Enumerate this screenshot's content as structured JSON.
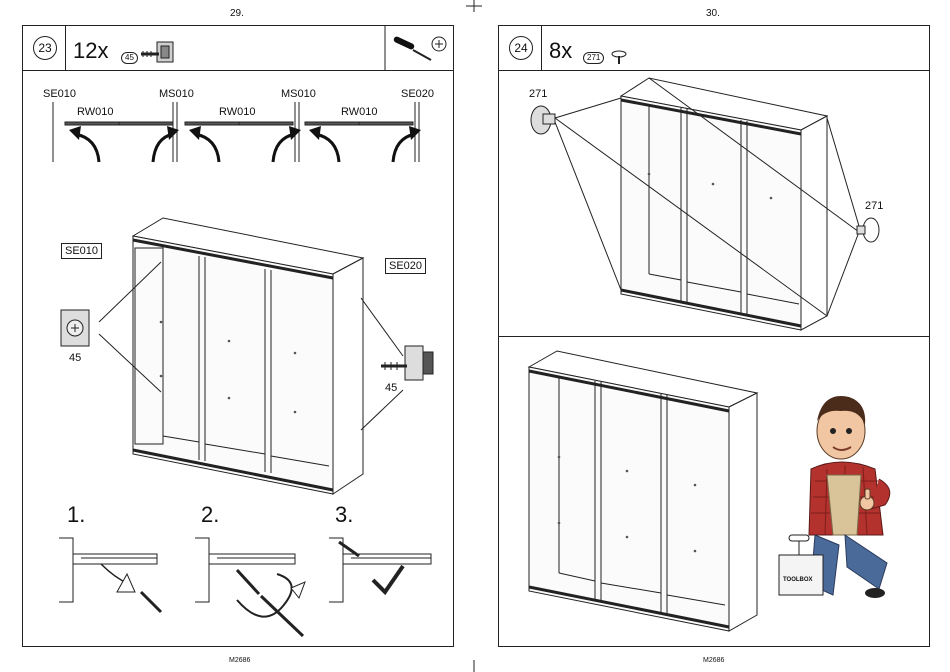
{
  "pages": {
    "left_number": "29.",
    "right_number": "30.",
    "left_footer": "M2686",
    "right_footer": "M2686"
  },
  "step23": {
    "step_number": "23",
    "quantity": "12x",
    "part": "45",
    "panel_labels": [
      "SE010",
      "MS010",
      "MS010",
      "SE020"
    ],
    "rail_labels": [
      "RW010",
      "RW010",
      "RW010"
    ],
    "callout_left": "SE010",
    "callout_right": "SE020",
    "screw_left": "45",
    "screw_right": "45",
    "sub_steps": [
      "1.",
      "2.",
      "3."
    ]
  },
  "step24": {
    "step_number": "24",
    "quantity": "8x",
    "part": "271",
    "label_left": "271",
    "label_right": "271"
  },
  "mascot": {
    "toolbox_text": "TOOLBOX"
  },
  "colors": {
    "line": "#222222",
    "rail": "#333333",
    "shirt": "#b3322e",
    "skin": "#f1c7a3",
    "jeans": "#4a6a9a"
  }
}
